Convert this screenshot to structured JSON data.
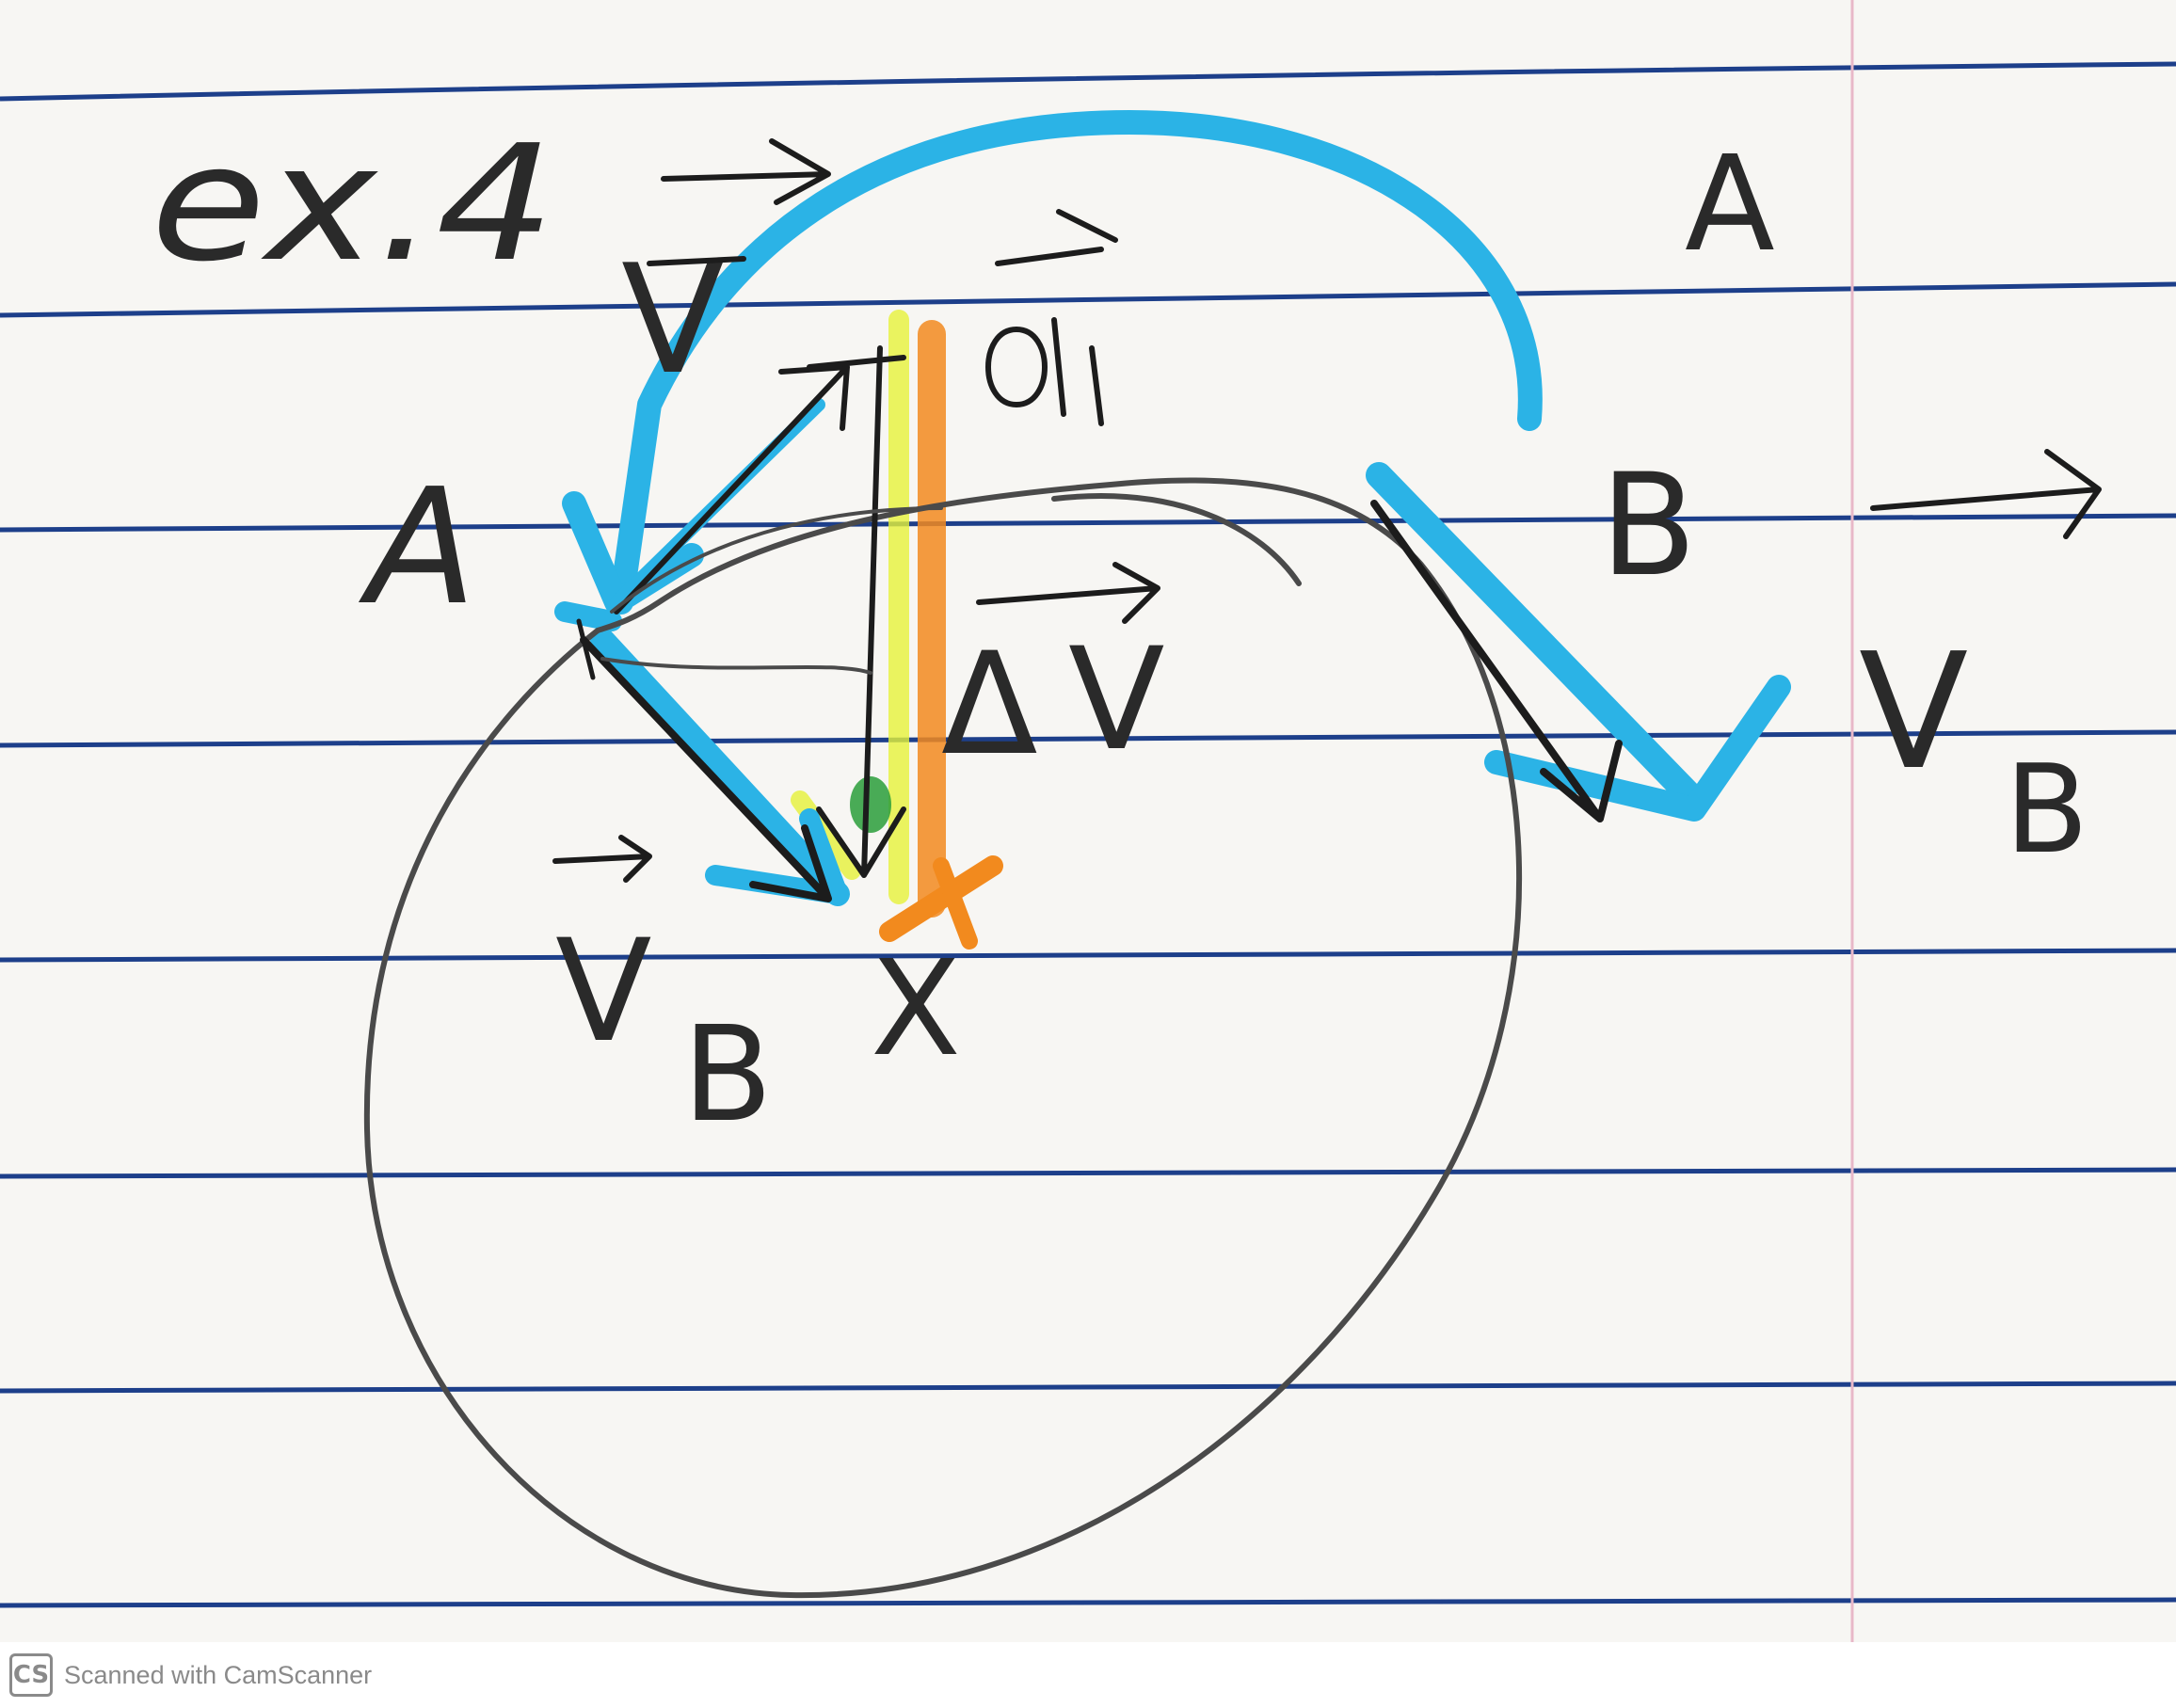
{
  "labels": {
    "example": "ex.4",
    "va_letter": "V",
    "va_sub": "A",
    "dv_delta": "Δ",
    "dv_letter": "V",
    "point_a": "A",
    "point_b": "B",
    "vb_right_letter": "V",
    "vb_right_sub": "B",
    "vb_left_letter": "V",
    "vb_left_sub": "B",
    "center_mark": "X"
  },
  "footer": {
    "logo": "CS",
    "text": "Scanned with CamScanner"
  },
  "colors": {
    "paper": "#f7f6f3",
    "rule_line": "#1d3f8a",
    "margin_line": "#e8b8c8",
    "ink": "#1c1c1c",
    "pencil": "#4a4a4a",
    "blue_highlight": "#2bb3e6",
    "orange_highlight": "#f28a1e",
    "yellow_highlight": "#e6f23a",
    "green_highlight": "#2a9d3a"
  }
}
